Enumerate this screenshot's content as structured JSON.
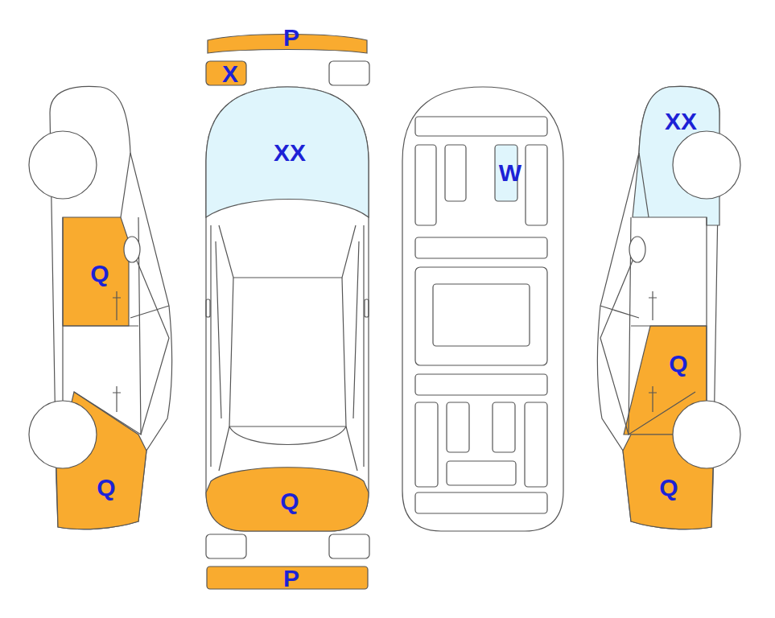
{
  "diagram": {
    "labels": [
      "P",
      "X",
      "XX",
      "XX",
      "W",
      "Q",
      "Q",
      "Q",
      "Q",
      "Q",
      "P"
    ]
  }
}
